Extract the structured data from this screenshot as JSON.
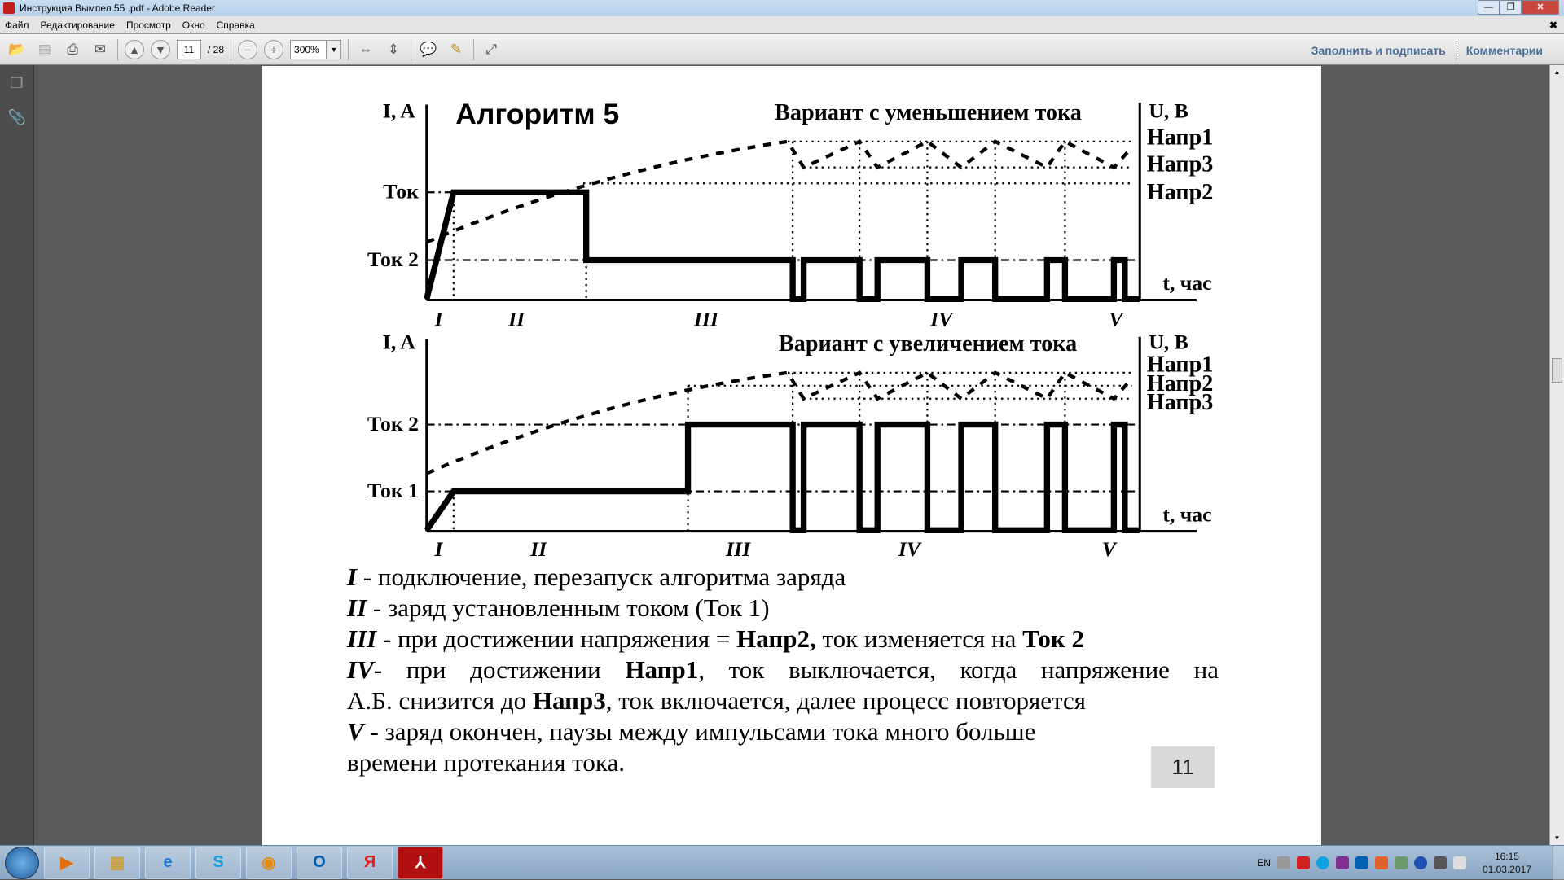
{
  "window": {
    "title": "Инструкция Вымпел 55 .pdf - Adobe Reader"
  },
  "menu": [
    "Файл",
    "Редактирование",
    "Просмотр",
    "Окно",
    "Справка"
  ],
  "toolbar": {
    "page_current": "11",
    "page_total": "/ 28",
    "zoom": "300%",
    "fill_sign": "Заполнить и подписать",
    "comments": "Комментарии"
  },
  "chart_data": [
    {
      "type": "diagram",
      "title": "Алгоритм 5",
      "subtitle": "Вариант с уменьшением тока",
      "ylabel_left": "I, A",
      "ylabel_right": "U, B",
      "xlabel": "t, час",
      "left_ticks": [
        "Ток",
        "Ток 2"
      ],
      "right_ticks": [
        "Напр1",
        "Напр3",
        "Напр2"
      ],
      "phases": [
        "I",
        "II",
        "III",
        "IV",
        "V"
      ]
    },
    {
      "type": "diagram",
      "subtitle": "Вариант с увеличением тока",
      "ylabel_left": "I, A",
      "ylabel_right": "U, B",
      "xlabel": "t, час",
      "left_ticks": [
        "Ток 2",
        "Ток 1"
      ],
      "right_ticks": [
        "Напр1",
        "Напр2",
        "Напр3"
      ],
      "phases": [
        "I",
        "II",
        "III",
        "IV",
        "V"
      ]
    }
  ],
  "description": {
    "l1": {
      "r": "I",
      "t": " - подключение, перезапуск алгоритма заряда"
    },
    "l2": {
      "r": "II",
      "t": " - заряд установленным током (Ток 1)"
    },
    "l3": {
      "r": "III",
      "t1": " - при достижении напряжения = ",
      "b1": "Напр2,",
      "t2": " ток изменяется на ",
      "b2": "Ток 2"
    },
    "l4": {
      "r": "IV",
      "t1": "- при достижении ",
      "b1": "Напр1",
      "t2": ", ток выключается, когда напряжение на"
    },
    "l5": {
      "t1": "А.Б. снизится до ",
      "b1": "Напр3",
      "t2": ", ток включается, далее процесс повторяется"
    },
    "l6": {
      "r": "V",
      "t": " -  заряд окончен, паузы между импульсами тока много больше"
    },
    "l7": {
      "t": "времени протекания тока."
    }
  },
  "page_number": "11",
  "taskbar": {
    "apps": [
      "media-player",
      "explorer",
      "internet-explorer",
      "skype",
      "aimp",
      "outlook",
      "yandex",
      "adobe-reader"
    ],
    "lang": "EN",
    "time": "16:15",
    "date": "01.03.2017"
  }
}
